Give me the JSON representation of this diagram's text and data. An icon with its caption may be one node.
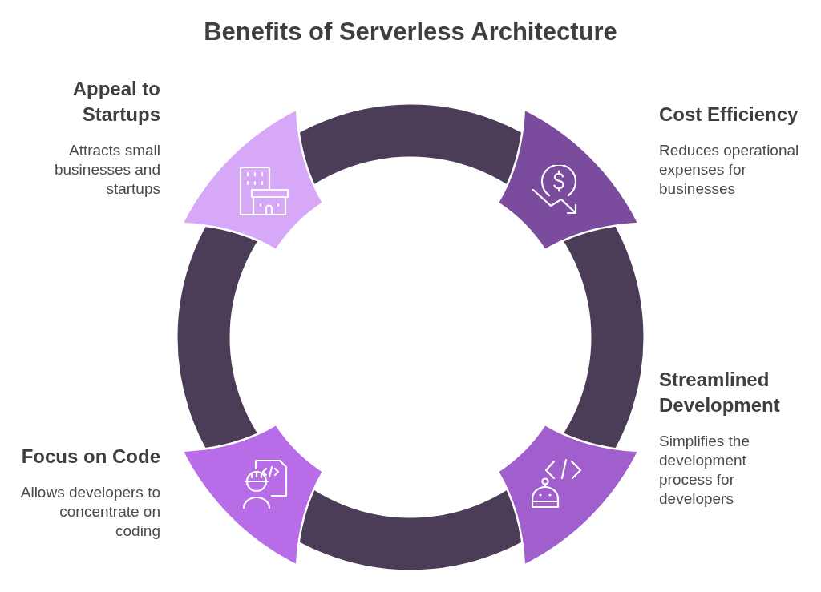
{
  "diagram": {
    "title": "Benefits of Serverless Architecture",
    "nodes": [
      {
        "text": [
          "Appeal to Startups",
          "Attracts small businesses and startups"
        ]
      },
      {
        "text": [
          "Cost Efficiency",
          "Reduces operational expenses for businesses"
        ]
      },
      {
        "text": [
          "Streamlined Development",
          "Simplifies the development process for developers"
        ]
      },
      {
        "text": [
          "Focus on Code",
          "Allows developers to concentrate on coding"
        ]
      }
    ]
  }
}
